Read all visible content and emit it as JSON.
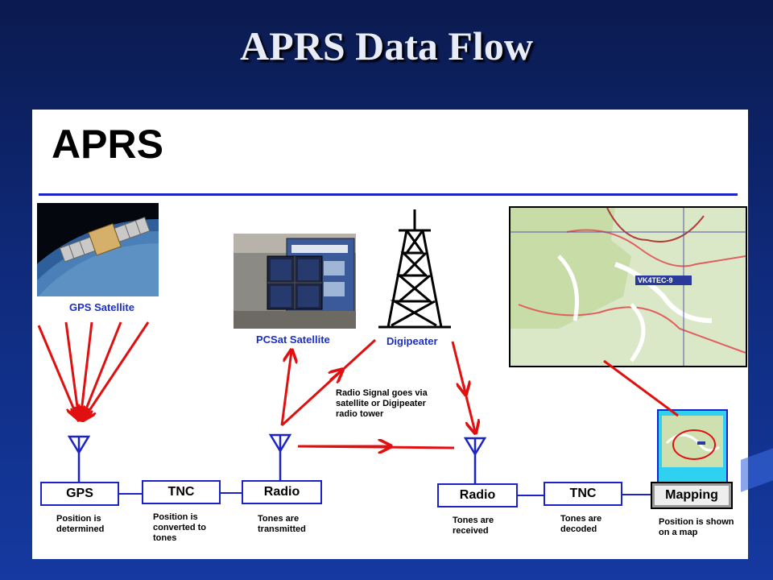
{
  "slide": {
    "title": "APRS Data Flow"
  },
  "panel": {
    "heading": "APRS"
  },
  "labels": {
    "gps_satellite": "GPS Satellite",
    "pcsat_satellite": "PCSat Satellite",
    "digipeater": "Digipeater",
    "radio_signal_note": "Radio Signal goes via satellite or Digipeater radio tower"
  },
  "map": {
    "callsign": "VK4TEC-9"
  },
  "stations": [
    {
      "box": "GPS",
      "note": "Position is determined"
    },
    {
      "box": "TNC",
      "note": "Position is converted to tones"
    },
    {
      "box": "Radio",
      "note": "Tones are transmitted"
    },
    {
      "box": "Radio",
      "note": "Tones are received"
    },
    {
      "box": "TNC",
      "note": "Tones are decoded"
    },
    {
      "box": "Mapping",
      "note": "Position is shown on a map"
    }
  ],
  "colors": {
    "arrow": "#e01010",
    "link": "#1a22c8",
    "label": "#1a2ec8"
  }
}
